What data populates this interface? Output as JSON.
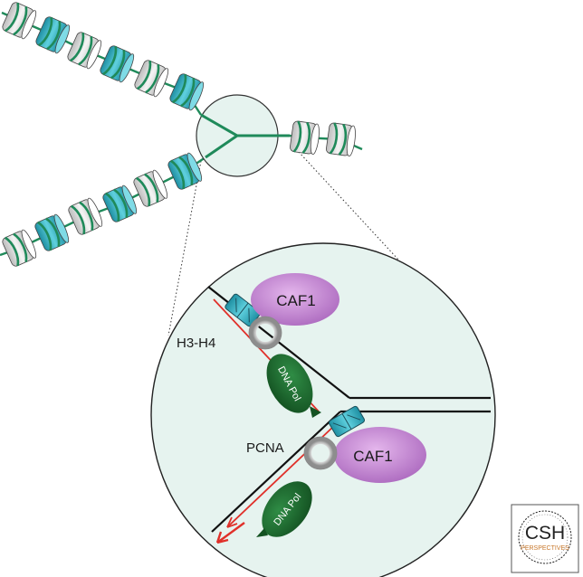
{
  "labels": {
    "caf1_top": "CAF1",
    "caf1_bottom": "CAF1",
    "h3h4": "H3-H4",
    "pcna": "PCNA",
    "dna_pol_top": "DNA Pol",
    "dna_pol_bottom": "DNA Pol"
  },
  "logo": {
    "title": "CSH",
    "subtitle": "PERSPECTIVES"
  },
  "colors": {
    "dna_green": "#1f8a5a",
    "histone_cyan": "#3bb6c8",
    "histone_white": "#e8e8e8",
    "caf1_purple": "#c98ad6",
    "dna_pol_green": "#1f6b2f",
    "circle_fill": "#e6f3ef",
    "new_strand_red": "#e0302a",
    "logo_orange": "#c8772a"
  },
  "icons": {
    "zoom_circle": "magnifier-circle",
    "nucleosome": "nucleosome-icon",
    "logo": "csh-perspectives-logo"
  }
}
